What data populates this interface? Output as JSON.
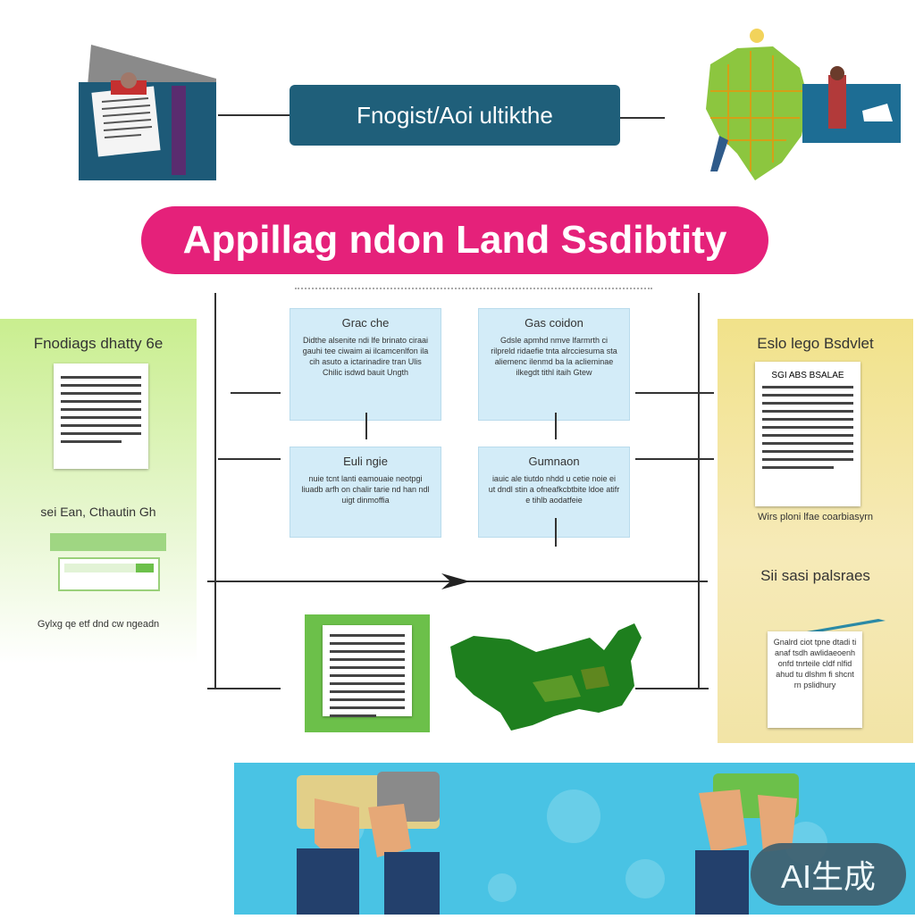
{
  "header": {
    "top_banner": "Fnogist/Aoi ultikthe",
    "main_title": "Appillag ndon Land Ssdibtity"
  },
  "left_panel": {
    "title": "Fnodiags dhatty 6e",
    "doc_lines": 9,
    "subtitle": "sei Ean, Cthautin Gh",
    "caption": "Gylxg qe etf dnd cw ngeadn"
  },
  "center": {
    "cards": [
      {
        "title": "Grac che",
        "body": "Didthe alsenite ndi lfe brinato ciraai gauhi tee ciwaim ai ilcamcenlfon ila cih asuto a ictarinadire tran Ulis Chilic isdwd bauit Ungth"
      },
      {
        "title": "Gas coidon",
        "body": "Gdsle apmhd nmve lfarmrth ci rilpreld ridaefie tnta alrcciesuma sta aliemenc ilenmd ba la aclieminae ilkegdt tithl itaih Gtew"
      },
      {
        "title": "Euli ngie",
        "body": "nuie tcnt lanti eamouaie neotpgi liuadb arfh on chalir tarie nd han ndl uigt dinmoffia"
      },
      {
        "title": "Gumnaon",
        "body": "iauic ale tiutdo nhdd u cetie noie ei ut dndl stin a ofneafkcbtbite ldoe atifr e tihlb aodatfeie"
      }
    ]
  },
  "right_panel": {
    "title": "Eslo lego Bsdvlet",
    "doc_title": "SGI ABS BSALAE",
    "caption": "Wirs ploni lfae coarbiasyrn",
    "subtitle": "Sii sasi palsraes",
    "note": "Gnalrd ciot tpne dtadi ti anaf tsdh awlidaeoenh onfd tnrteile cldf nlfid ahud tu dlshm fi shcnt rn pslidhury"
  },
  "badge": {
    "label": "AI生成"
  },
  "colors": {
    "accent": "#e5217a",
    "banner": "#1f5f7a",
    "left_panel": "#c9ee8f",
    "right_panel": "#f1e28a",
    "card": "#d3ecf8",
    "map_green": "#1e7f1e",
    "bottom_band": "#49c3e4"
  }
}
